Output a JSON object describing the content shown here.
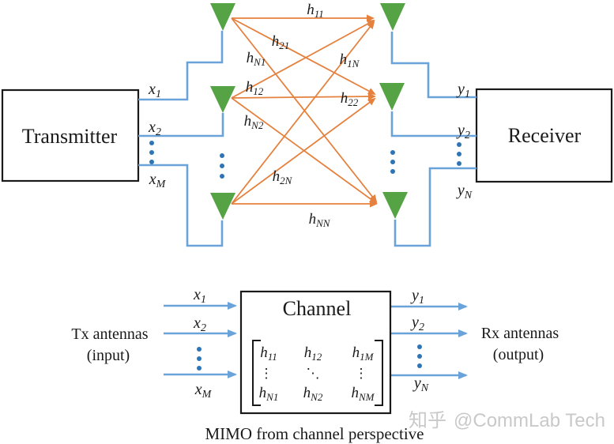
{
  "colors": {
    "antenna_green": "#55A344",
    "channel_orange": "#E5813E",
    "line_blue": "#6AA3D9",
    "dot_blue": "#2E75B6",
    "box_border": "#1A1A1A",
    "watermark_gray": "#C9C9C9"
  },
  "top": {
    "transmitter": "Transmitter",
    "receiver": "Receiver",
    "tx_signals": [
      {
        "base": "x",
        "sub": "1"
      },
      {
        "base": "x",
        "sub": "2"
      },
      {
        "base": "x",
        "sub": "M"
      }
    ],
    "rx_signals": [
      {
        "base": "y",
        "sub": "1"
      },
      {
        "base": "y",
        "sub": "2"
      },
      {
        "base": "y",
        "sub": "N"
      }
    ],
    "gains": [
      {
        "base": "h",
        "sub": "11"
      },
      {
        "base": "h",
        "sub": "21"
      },
      {
        "base": "h",
        "sub": "N1"
      },
      {
        "base": "h",
        "sub": "12"
      },
      {
        "base": "h",
        "sub": "22"
      },
      {
        "base": "h",
        "sub": "N2"
      },
      {
        "base": "h",
        "sub": "1N"
      },
      {
        "base": "h",
        "sub": "2N"
      },
      {
        "base": "h",
        "sub": "NN"
      }
    ]
  },
  "bottom": {
    "tx_label_line1": "Tx antennas",
    "tx_label_line2": "(input)",
    "rx_label_line1": "Rx antennas",
    "rx_label_line2": "(output)",
    "channel_title": "Channel",
    "inputs": [
      {
        "base": "x",
        "sub": "1"
      },
      {
        "base": "x",
        "sub": "2"
      },
      {
        "base": "x",
        "sub": "M"
      }
    ],
    "outputs": [
      {
        "base": "y",
        "sub": "1"
      },
      {
        "base": "y",
        "sub": "2"
      },
      {
        "base": "y",
        "sub": "N"
      }
    ],
    "matrix": {
      "row1": [
        {
          "base": "h",
          "sub": "11"
        },
        {
          "base": "h",
          "sub": "12"
        },
        {
          "base": "h",
          "sub": "1M"
        }
      ],
      "row2": [
        "⋮",
        "⋱",
        "⋮"
      ],
      "row3": [
        {
          "base": "h",
          "sub": "N1"
        },
        {
          "base": "h",
          "sub": "N2"
        },
        {
          "base": "h",
          "sub": "NM"
        }
      ]
    },
    "caption": "MIMO from channel perspective"
  },
  "watermark": {
    "logo": "知乎",
    "handle": "@CommLab Tech"
  }
}
